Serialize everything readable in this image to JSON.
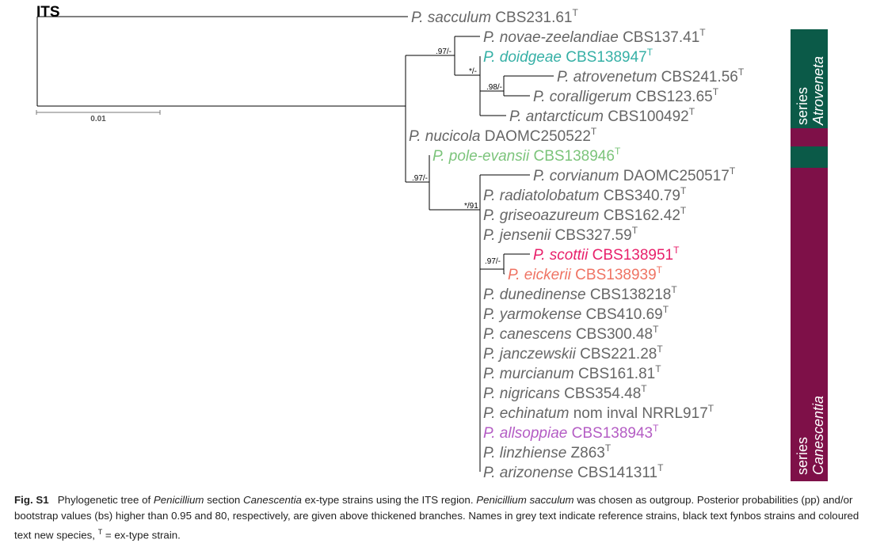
{
  "panel_label": "ITS",
  "scale_bar_label": "0.01",
  "colors": {
    "grey": "#666666",
    "black": "#000000",
    "dark_green": "#0b5a48",
    "maroon": "#7e1048"
  },
  "taxa": [
    {
      "id": "sacculum",
      "genus": "P.",
      "epithet": "sacculum",
      "strain": "CBS231.61",
      "type": "T",
      "color": "#666666"
    },
    {
      "id": "novae",
      "genus": "P.",
      "epithet": "novae-zeelandiae",
      "strain": "CBS137.41",
      "type": "T",
      "color": "#666666"
    },
    {
      "id": "doidgeae",
      "genus": "P.",
      "epithet": "doidgeae",
      "strain": "CBS138947",
      "type": "T",
      "color": "#36b0a6"
    },
    {
      "id": "atrovenetum",
      "genus": "P.",
      "epithet": "atrovenetum",
      "strain": "CBS241.56",
      "type": "T",
      "color": "#666666"
    },
    {
      "id": "coralligerum",
      "genus": "P.",
      "epithet": "coralligerum",
      "strain": "CBS123.65",
      "type": "T",
      "color": "#666666"
    },
    {
      "id": "antarcticum",
      "genus": "P.",
      "epithet": "antarcticum",
      "strain": "CBS100492",
      "type": "T",
      "color": "#666666"
    },
    {
      "id": "nucicola",
      "genus": "P.",
      "epithet": "nucicola",
      "strain": "DAOMC250522",
      "type": "T",
      "color": "#666666"
    },
    {
      "id": "pole",
      "genus": "P.",
      "epithet": "pole-evansii",
      "strain": "CBS138946",
      "type": "T",
      "color": "#7cc47b"
    },
    {
      "id": "corvianum",
      "genus": "P.",
      "epithet": "corvianum",
      "strain": "DAOMC250517",
      "type": "T",
      "color": "#666666"
    },
    {
      "id": "radiatolobatum",
      "genus": "P.",
      "epithet": "radiatolobatum",
      "strain": "CBS340.79",
      "type": "T",
      "color": "#666666"
    },
    {
      "id": "griseoazureum",
      "genus": "P.",
      "epithet": "griseoazureum",
      "strain": "CBS162.42",
      "type": "T",
      "color": "#666666"
    },
    {
      "id": "jensenii",
      "genus": "P.",
      "epithet": "jensenii",
      "strain": "CBS327.59",
      "type": "T",
      "color": "#666666"
    },
    {
      "id": "scottii",
      "genus": "P.",
      "epithet": "scottii",
      "strain": "CBS138951",
      "type": "T",
      "color": "#e8216b"
    },
    {
      "id": "eickerii",
      "genus": "P.",
      "epithet": "eickerii",
      "strain": "CBS138939",
      "type": "T",
      "color": "#ef7464"
    },
    {
      "id": "dunedinense",
      "genus": "P.",
      "epithet": "dunedinense",
      "strain": "CBS138218",
      "type": "T",
      "color": "#666666"
    },
    {
      "id": "yarmokense",
      "genus": "P.",
      "epithet": "yarmokense",
      "strain": "CBS410.69",
      "type": "T",
      "color": "#666666"
    },
    {
      "id": "canescens",
      "genus": "P.",
      "epithet": "canescens",
      "strain": "CBS300.48",
      "type": "T",
      "color": "#666666"
    },
    {
      "id": "janczewskii",
      "genus": "P.",
      "epithet": "janczewskii",
      "strain": "CBS221.28",
      "type": "T",
      "color": "#666666"
    },
    {
      "id": "murcianum",
      "genus": "P.",
      "epithet": "murcianum",
      "strain": "CBS161.81",
      "type": "T",
      "color": "#666666"
    },
    {
      "id": "nigricans",
      "genus": "P.",
      "epithet": "nigricans",
      "strain": "CBS354.48",
      "type": "T",
      "color": "#666666"
    },
    {
      "id": "echinatum",
      "genus": "P.",
      "epithet": "echinatum",
      "strain": "nom inval NRRL917",
      "type": "T",
      "color": "#666666"
    },
    {
      "id": "allsoppiae",
      "genus": "P.",
      "epithet": "allsoppiae",
      "strain": "CBS138943",
      "type": "T",
      "color": "#b45dc4"
    },
    {
      "id": "linzhiense",
      "genus": "P.",
      "epithet": "linzhiense",
      "strain": "Z863",
      "type": "T",
      "color": "#666666"
    },
    {
      "id": "arizonense",
      "genus": "P.",
      "epithet": "arizonense",
      "strain": "CBS141311",
      "type": "T",
      "color": "#666666"
    }
  ],
  "support_values": {
    "novae_doidgeae": ".97/-",
    "doidgeae_group": "*/-",
    "atro_group": ".98/-",
    "canesc_group": ".97/-",
    "canesc_core": "*/91",
    "scottii_eickerii": ".97/-"
  },
  "series": {
    "atroveneta": {
      "prefix": "series",
      "name": "Atroveneta"
    },
    "canescentia": {
      "prefix": "series",
      "name": "Canescentia"
    }
  },
  "caption": {
    "label": "Fig. S1",
    "part1": "Phylogenetic tree of",
    "genus": "Penicillium",
    "part2": "section",
    "section": "Canescentia",
    "part3": "ex-type strains using the ITS region.",
    "outgroup": "Penicillium sacculum",
    "part4": "was chosen as outgroup. Posterior probabilities (pp) and/or bootstrap values (bs) higher than 0.95 and 80, respectively, are given above thickened branches. Names in grey text indicate reference strains, black text fynbos strains and coloured text new species,",
    "type_mark": "T",
    "part5": "= ex-type strain."
  }
}
